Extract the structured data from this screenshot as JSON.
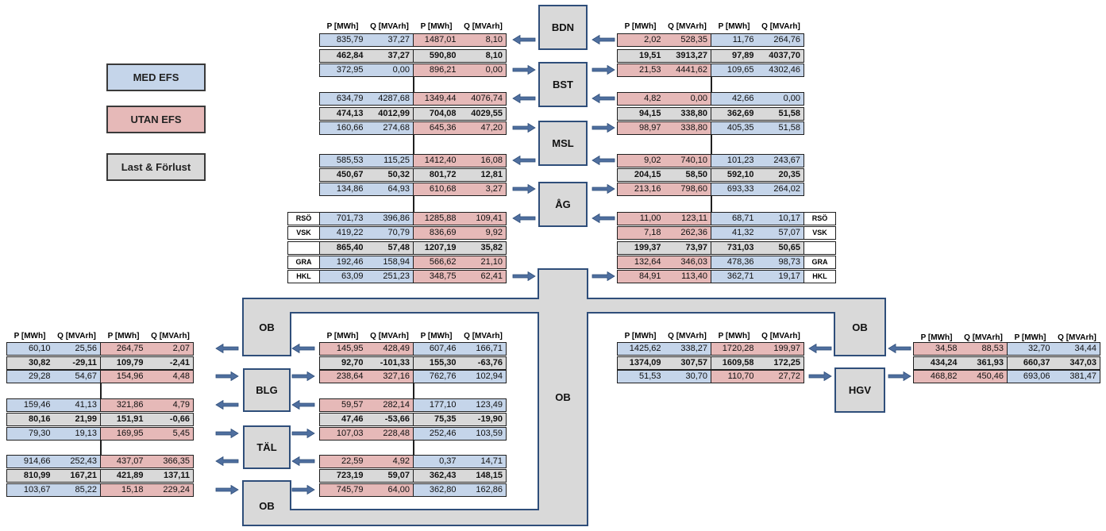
{
  "colors": {
    "med": "#c5d5ea",
    "utan": "#e6b9b8",
    "last": "#d9d9d9",
    "arrow": "#4f6f9f",
    "border": "#2f4e7a"
  },
  "legend": {
    "med": "MED EFS",
    "utan": "UTAN EFS",
    "last": "Last & Förlust"
  },
  "headers": {
    "p": "P [MWh]",
    "q": "Q [MVArh]"
  },
  "nodes": {
    "bdn": "BDN",
    "bst": "BST",
    "msl": "MSL",
    "ag": "ÅG",
    "ob_center": "OB",
    "ob_left_top": "OB",
    "ob_left_bottom": "OB",
    "blg": "BLG",
    "tal": "TÄL",
    "ob_right": "OB",
    "hgv": "HGV"
  },
  "side_labels": {
    "left": [
      "RSÖ",
      "VSK",
      "",
      "GRA",
      "HKL"
    ],
    "right": [
      "RSÖ",
      "VSK",
      "",
      "GRA",
      "HKL"
    ]
  },
  "tables": {
    "bdn_left": [
      [
        "835,79",
        "37,27",
        "1487,01",
        "8,10"
      ],
      [
        "462,84",
        "37,27",
        "590,80",
        "8,10"
      ],
      [
        "372,95",
        "0,00",
        "896,21",
        "0,00"
      ]
    ],
    "bdn_right": [
      [
        "2,02",
        "528,35",
        "11,76",
        "264,76"
      ],
      [
        "19,51",
        "3913,27",
        "97,89",
        "4037,70"
      ],
      [
        "21,53",
        "4441,62",
        "109,65",
        "4302,46"
      ]
    ],
    "bst_left": [
      [
        "634,79",
        "4287,68",
        "1349,44",
        "4076,74"
      ],
      [
        "474,13",
        "4012,99",
        "704,08",
        "4029,55"
      ],
      [
        "160,66",
        "274,68",
        "645,36",
        "47,20"
      ]
    ],
    "bst_right": [
      [
        "4,82",
        "0,00",
        "42,66",
        "0,00"
      ],
      [
        "94,15",
        "338,80",
        "362,69",
        "51,58"
      ],
      [
        "98,97",
        "338,80",
        "405,35",
        "51,58"
      ]
    ],
    "msl_left": [
      [
        "585,53",
        "115,25",
        "1412,40",
        "16,08"
      ],
      [
        "450,67",
        "50,32",
        "801,72",
        "12,81"
      ],
      [
        "134,86",
        "64,93",
        "610,68",
        "3,27"
      ]
    ],
    "msl_right": [
      [
        "9,02",
        "740,10",
        "101,23",
        "243,67"
      ],
      [
        "204,15",
        "58,50",
        "592,10",
        "20,35"
      ],
      [
        "213,16",
        "798,60",
        "693,33",
        "264,02"
      ]
    ],
    "ag_left": [
      [
        "701,73",
        "396,86",
        "1285,88",
        "109,41"
      ],
      [
        "419,22",
        "70,79",
        "836,69",
        "9,92"
      ],
      [
        "865,40",
        "57,48",
        "1207,19",
        "35,82"
      ],
      [
        "192,46",
        "158,94",
        "566,62",
        "21,10"
      ],
      [
        "63,09",
        "251,23",
        "348,75",
        "62,41"
      ]
    ],
    "ag_right": [
      [
        "11,00",
        "123,11",
        "68,71",
        "10,17"
      ],
      [
        "7,18",
        "262,36",
        "41,32",
        "57,07"
      ],
      [
        "199,37",
        "73,97",
        "731,03",
        "50,65"
      ],
      [
        "132,64",
        "346,03",
        "478,36",
        "98,73"
      ],
      [
        "84,91",
        "113,40",
        "362,71",
        "19,17"
      ]
    ],
    "far_left_1": [
      [
        "60,10",
        "25,56",
        "264,75",
        "2,07"
      ],
      [
        "30,82",
        "-29,11",
        "109,79",
        "-2,41"
      ],
      [
        "29,28",
        "54,67",
        "154,96",
        "4,48"
      ]
    ],
    "far_left_2": [
      [
        "159,46",
        "41,13",
        "321,86",
        "4,79"
      ],
      [
        "80,16",
        "21,99",
        "151,91",
        "-0,66"
      ],
      [
        "79,30",
        "19,13",
        "169,95",
        "5,45"
      ]
    ],
    "far_left_3": [
      [
        "914,66",
        "252,43",
        "437,07",
        "366,35"
      ],
      [
        "810,99",
        "167,21",
        "421,89",
        "137,11"
      ],
      [
        "103,67",
        "85,22",
        "15,18",
        "229,24"
      ]
    ],
    "mid_1": [
      [
        "145,95",
        "428,49",
        "607,46",
        "166,71"
      ],
      [
        "92,70",
        "-101,33",
        "155,30",
        "-63,76"
      ],
      [
        "238,64",
        "327,16",
        "762,76",
        "102,94"
      ]
    ],
    "mid_2": [
      [
        "59,57",
        "282,14",
        "177,10",
        "123,49"
      ],
      [
        "47,46",
        "-53,66",
        "75,35",
        "-19,90"
      ],
      [
        "107,03",
        "228,48",
        "252,46",
        "103,59"
      ]
    ],
    "mid_3": [
      [
        "22,59",
        "4,92",
        "0,37",
        "14,71"
      ],
      [
        "723,19",
        "59,07",
        "362,43",
        "148,15"
      ],
      [
        "745,79",
        "64,00",
        "362,80",
        "162,86"
      ]
    ],
    "right_ob": [
      [
        "1425,62",
        "338,27",
        "1720,28",
        "199,97"
      ],
      [
        "1374,09",
        "307,57",
        "1609,58",
        "172,25"
      ],
      [
        "51,53",
        "30,70",
        "110,70",
        "27,72"
      ]
    ],
    "hgv": [
      [
        "34,58",
        "88,53",
        "32,70",
        "34,44"
      ],
      [
        "434,24",
        "361,93",
        "660,37",
        "347,03"
      ],
      [
        "468,82",
        "450,46",
        "693,06",
        "381,47"
      ]
    ]
  }
}
